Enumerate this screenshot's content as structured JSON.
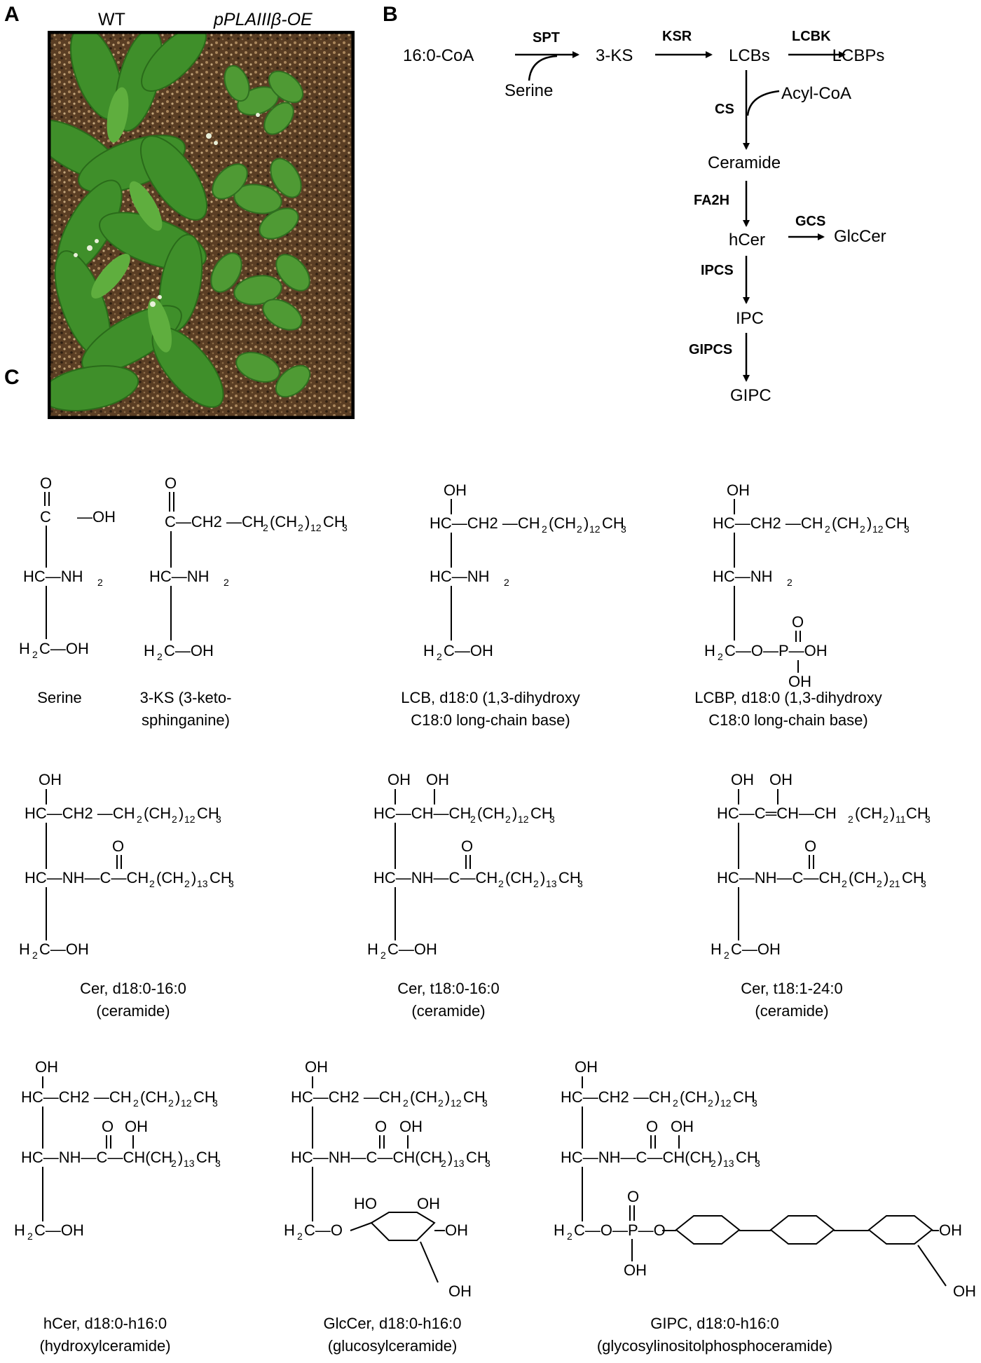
{
  "panel_a": {
    "letter": "A",
    "label_wt": "WT",
    "label_oe": "pPLAIIIβ-OE"
  },
  "panel_b": {
    "letter": "B",
    "nodes": {
      "c16coa": "16:0-CoA",
      "ks3": "3-KS",
      "lcbs": "LCBs",
      "lcbps": "LCBPs",
      "serine": "Serine",
      "acylcoa": "Acyl-CoA",
      "ceramide": "Ceramide",
      "hcer": "hCer",
      "glccer": "GlcCer",
      "ipc": "IPC",
      "gipc": "GIPC"
    },
    "enzymes": {
      "spt": "SPT",
      "ksr": "KSR",
      "lcbk": "LCBK",
      "cs": "CS",
      "fa2h": "FA2H",
      "gcs": "GCS",
      "ipcs": "IPCS",
      "gipcs": "GIPCS"
    }
  },
  "panel_c": {
    "letter": "C",
    "captions": {
      "serine": [
        "Serine"
      ],
      "ks3": [
        "3-KS (3-keto-",
        "sphinganine)"
      ],
      "lcb": [
        "LCB, d18:0 (1,3-dihydroxy",
        "C18:0 long-chain base)"
      ],
      "lcbp": [
        "LCBP, d18:0 (1,3-dihydroxy",
        "C18:0 long-chain base)"
      ],
      "cer1": [
        "Cer, d18:0-16:0",
        "(ceramide)"
      ],
      "cer2": [
        "Cer, t18:0-16:0",
        "(ceramide)"
      ],
      "cer3": [
        "Cer, t18:1-24:0",
        "(ceramide)"
      ],
      "hcer": [
        "hCer, d18:0-h16:0",
        "(hydroxylceramide)"
      ],
      "glccer": [
        "GlcCer, d18:0-h16:0",
        "(glucosylceramide)"
      ],
      "gipc": [
        "GIPC, d18:0-h16:0",
        "(glycosylinositolphosphoceramide)"
      ]
    }
  }
}
